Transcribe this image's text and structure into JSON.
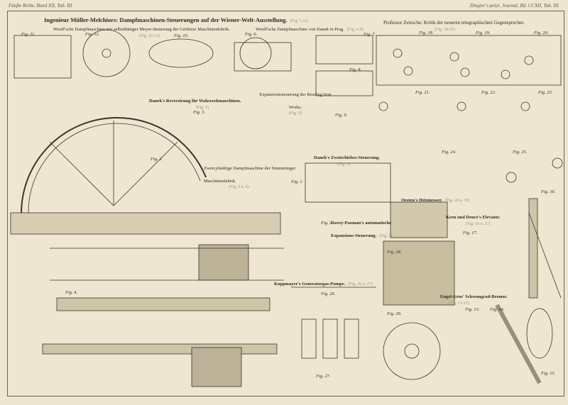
{
  "header": {
    "left": "Fünfte Reihe, Band XII, Tab. III.",
    "right": "Dingler's polyt. Journal, Bd. CCXII, Tab. III."
  },
  "titles": {
    "main": "Ingenieur Müller-Melchiors: Dampfmaschinen-Steuerungen auf der Wiener-Welt-Ausstellung.",
    "main_ref": "(Fig. 1-12)",
    "woolf_goerlitz": "Woolf'sche Dampfmaschine mit selbstthätiger Meyer-Steuerung der Görlitzer Maschinenfabrik.",
    "woolf_goerlitz_ref": "(Fig. 10-12)",
    "woolf_danek": "Woolf'sche Dampfmaschine von Danek in Prag.",
    "woolf_danek_ref": "(Fig. 6-8)",
    "zetzsche": "Professor Zetzsche: Kritik der neueren telegraphischen Gegensprecher.",
    "zetzsche_ref": "(Fig. 18-25)",
    "reversirung": "Danek's Reversirung für Walzwerkmaschinen.",
    "reversirung_ref": "(Fig. 5)",
    "reading": "Expansionssteuerung der Reading Iron Works.",
    "reading_ref": "(Fig. 9)",
    "zweicyl": "Zweicylindrige Dampfmaschine der Simmeringer Maschinenfabrik.",
    "zweicyl_ref": "(Fig. 3 u. 4)",
    "zweischieber": "Danek's Zweischieber-Steuerung.",
    "zweischieber_ref": "(Fig. 1)",
    "oesten": "Oesten's Heizmesser.",
    "oesten_ref": "(Fig. 28 u. 29)",
    "keen": "Keen und Dence's Elevator.",
    "keen_ref": "(Fig. 16 u. 17)",
    "davey": "Davey-Paxman's automatische Expansions-Steuerung.",
    "davey_ref": "(Fig. 2)",
    "koppmayer": "Koppmayer's Generatorgas-Pumpe.",
    "koppmayer_ref": "(Fig. 26 u. 27)",
    "engel": "Engel-Gros' Schwungrad-Bremse.",
    "engel_ref": "(Fig. 13-15)"
  },
  "figures": [
    "Fig. 11.",
    "Fig. 12.",
    "Fig. 10.",
    "Fig. 6.",
    "Fig. 7.",
    "Fig. 18.",
    "Fig. 19.",
    "Fig. 20.",
    "Fig. 8.",
    "Fig. 21.",
    "Fig. 22.",
    "Fig. 23.",
    "Fig. 5.",
    "Fig. 9.",
    "Fig. 3.",
    "Fig. 24.",
    "Fig. 25.",
    "Fig. 1.",
    "Fig. 16.",
    "Fig. 2.",
    "Fig. 17.",
    "Fig. 28.",
    "Fig. 4.",
    "Fig. 26.",
    "Fig. 13.",
    "Fig. 14.",
    "Fig. 29.",
    "Fig. 27.",
    "Fig. 15."
  ],
  "colors": {
    "paper": "#efe6d2",
    "ink": "#2e2a22"
  }
}
